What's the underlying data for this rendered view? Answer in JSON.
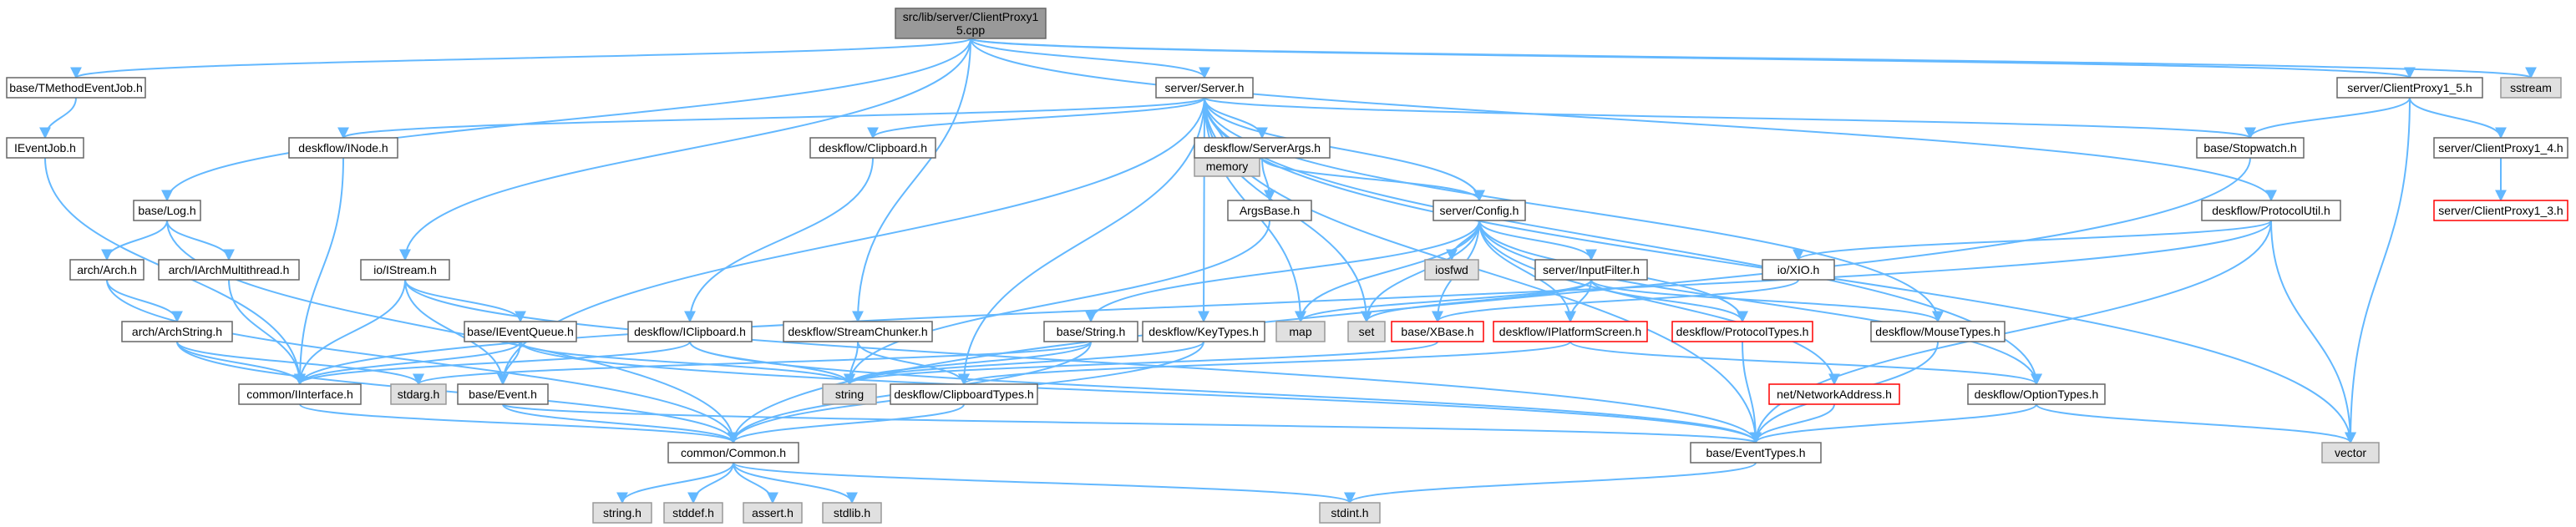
{
  "graph": {
    "nodes": [
      {
        "id": "root",
        "lines": [
          "src/lib/server/ClientProxy1",
          "5.cpp"
        ],
        "kind": "root"
      },
      {
        "id": "tmethod",
        "lines": [
          "base/TMethodEventJob.h"
        ],
        "kind": "normal"
      },
      {
        "id": "ieventjob",
        "lines": [
          "IEventJob.h"
        ],
        "kind": "normal"
      },
      {
        "id": "log",
        "lines": [
          "base/Log.h"
        ],
        "kind": "normal"
      },
      {
        "id": "arch",
        "lines": [
          "arch/Arch.h"
        ],
        "kind": "normal"
      },
      {
        "id": "iarchmt",
        "lines": [
          "arch/IArchMultithread.h"
        ],
        "kind": "normal"
      },
      {
        "id": "archstring",
        "lines": [
          "arch/ArchString.h"
        ],
        "kind": "normal"
      },
      {
        "id": "iinterface",
        "lines": [
          "common/IInterface.h"
        ],
        "kind": "normal"
      },
      {
        "id": "stdarg",
        "lines": [
          "stdarg.h"
        ],
        "kind": "ext"
      },
      {
        "id": "common",
        "lines": [
          "common/Common.h"
        ],
        "kind": "normal"
      },
      {
        "id": "stringh",
        "lines": [
          "string.h"
        ],
        "kind": "ext"
      },
      {
        "id": "stddef",
        "lines": [
          "stddef.h"
        ],
        "kind": "ext"
      },
      {
        "id": "assert",
        "lines": [
          "assert.h"
        ],
        "kind": "ext"
      },
      {
        "id": "stdlib",
        "lines": [
          "stdlib.h"
        ],
        "kind": "ext"
      },
      {
        "id": "stdint",
        "lines": [
          "stdint.h"
        ],
        "kind": "ext"
      },
      {
        "id": "inode",
        "lines": [
          "deskflow/INode.h"
        ],
        "kind": "normal"
      },
      {
        "id": "istream",
        "lines": [
          "io/IStream.h"
        ],
        "kind": "normal"
      },
      {
        "id": "ieventqueue",
        "lines": [
          "base/IEventQueue.h"
        ],
        "kind": "normal"
      },
      {
        "id": "event",
        "lines": [
          "base/Event.h"
        ],
        "kind": "normal"
      },
      {
        "id": "server",
        "lines": [
          "server/Server.h"
        ],
        "kind": "normal"
      },
      {
        "id": "clipboard",
        "lines": [
          "deskflow/Clipboard.h"
        ],
        "kind": "normal"
      },
      {
        "id": "iclipboard",
        "lines": [
          "deskflow/IClipboard.h"
        ],
        "kind": "normal"
      },
      {
        "id": "streamchunker",
        "lines": [
          "deskflow/StreamChunker.h"
        ],
        "kind": "normal"
      },
      {
        "id": "string",
        "lines": [
          "string"
        ],
        "kind": "ext"
      },
      {
        "id": "cliptypes",
        "lines": [
          "deskflow/ClipboardTypes.h"
        ],
        "kind": "normal"
      },
      {
        "id": "basestring",
        "lines": [
          "base/String.h"
        ],
        "kind": "normal"
      },
      {
        "id": "keytypes",
        "lines": [
          "deskflow/KeyTypes.h"
        ],
        "kind": "normal"
      },
      {
        "id": "memory",
        "lines": [
          "memory"
        ],
        "kind": "ext"
      },
      {
        "id": "serverargs",
        "lines": [
          "deskflow/ServerArgs.h"
        ],
        "kind": "normal"
      },
      {
        "id": "argsbase",
        "lines": [
          "ArgsBase.h"
        ],
        "kind": "normal"
      },
      {
        "id": "config",
        "lines": [
          "server/Config.h"
        ],
        "kind": "normal"
      },
      {
        "id": "iosfwd",
        "lines": [
          "iosfwd"
        ],
        "kind": "ext"
      },
      {
        "id": "inputfilter",
        "lines": [
          "server/InputFilter.h"
        ],
        "kind": "normal"
      },
      {
        "id": "map",
        "lines": [
          "map"
        ],
        "kind": "ext"
      },
      {
        "id": "set",
        "lines": [
          "set"
        ],
        "kind": "ext"
      },
      {
        "id": "xbase",
        "lines": [
          "base/XBase.h"
        ],
        "kind": "red"
      },
      {
        "id": "iplatform",
        "lines": [
          "deskflow/IPlatformScreen.h"
        ],
        "kind": "red"
      },
      {
        "id": "prototypes",
        "lines": [
          "deskflow/ProtocolTypes.h"
        ],
        "kind": "red"
      },
      {
        "id": "netaddr",
        "lines": [
          "net/NetworkAddress.h"
        ],
        "kind": "red"
      },
      {
        "id": "mousetypes",
        "lines": [
          "deskflow/MouseTypes.h"
        ],
        "kind": "normal"
      },
      {
        "id": "optiontypes",
        "lines": [
          "deskflow/OptionTypes.h"
        ],
        "kind": "normal"
      },
      {
        "id": "eventtypes",
        "lines": [
          "base/EventTypes.h"
        ],
        "kind": "normal"
      },
      {
        "id": "xio",
        "lines": [
          "io/XIO.h"
        ],
        "kind": "normal"
      },
      {
        "id": "protoutil",
        "lines": [
          "deskflow/ProtocolUtil.h"
        ],
        "kind": "normal"
      },
      {
        "id": "stopwatch",
        "lines": [
          "base/Stopwatch.h"
        ],
        "kind": "normal"
      },
      {
        "id": "cp15h",
        "lines": [
          "server/ClientProxy1_5.h"
        ],
        "kind": "normal"
      },
      {
        "id": "sstream",
        "lines": [
          "sstream"
        ],
        "kind": "ext"
      },
      {
        "id": "cp14",
        "lines": [
          "server/ClientProxy1_4.h"
        ],
        "kind": "normal"
      },
      {
        "id": "cp13",
        "lines": [
          "server/ClientProxy1_3.h"
        ],
        "kind": "red"
      },
      {
        "id": "vector",
        "lines": [
          "vector"
        ],
        "kind": "ext"
      }
    ],
    "edges": [
      [
        "root",
        "tmethod"
      ],
      [
        "root",
        "log"
      ],
      [
        "root",
        "istream"
      ],
      [
        "root",
        "streamchunker"
      ],
      [
        "root",
        "server"
      ],
      [
        "root",
        "protoutil"
      ],
      [
        "root",
        "cp15h"
      ],
      [
        "root",
        "sstream"
      ],
      [
        "tmethod",
        "ieventjob"
      ],
      [
        "ieventjob",
        "iinterface"
      ],
      [
        "log",
        "arch"
      ],
      [
        "log",
        "iarchmt"
      ],
      [
        "log",
        "common"
      ],
      [
        "arch",
        "archstring"
      ],
      [
        "arch",
        "common"
      ],
      [
        "archstring",
        "iinterface"
      ],
      [
        "archstring",
        "stdarg"
      ],
      [
        "archstring",
        "common"
      ],
      [
        "iarchmt",
        "iinterface"
      ],
      [
        "iinterface",
        "common"
      ],
      [
        "common",
        "stringh"
      ],
      [
        "common",
        "stddef"
      ],
      [
        "common",
        "assert"
      ],
      [
        "common",
        "stdlib"
      ],
      [
        "common",
        "stdint"
      ],
      [
        "inode",
        "iinterface"
      ],
      [
        "istream",
        "iinterface"
      ],
      [
        "istream",
        "ieventqueue"
      ],
      [
        "istream",
        "event"
      ],
      [
        "istream",
        "eventtypes"
      ],
      [
        "ieventqueue",
        "iinterface"
      ],
      [
        "ieventqueue",
        "event"
      ],
      [
        "ieventqueue",
        "string"
      ],
      [
        "ieventqueue",
        "eventtypes"
      ],
      [
        "event",
        "common"
      ],
      [
        "event",
        "eventtypes"
      ],
      [
        "server",
        "inode"
      ],
      [
        "server",
        "clipboard"
      ],
      [
        "server",
        "event"
      ],
      [
        "server",
        "cliptypes"
      ],
      [
        "server",
        "keytypes"
      ],
      [
        "server",
        "memory"
      ],
      [
        "server",
        "map"
      ],
      [
        "server",
        "set"
      ],
      [
        "server",
        "serverargs"
      ],
      [
        "server",
        "config"
      ],
      [
        "server",
        "mousetypes"
      ],
      [
        "server",
        "optiontypes"
      ],
      [
        "server",
        "eventtypes"
      ],
      [
        "server",
        "stopwatch"
      ],
      [
        "server",
        "vector"
      ],
      [
        "clipboard",
        "iclipboard"
      ],
      [
        "iclipboard",
        "iinterface"
      ],
      [
        "iclipboard",
        "string"
      ],
      [
        "iclipboard",
        "eventtypes"
      ],
      [
        "streamchunker",
        "string"
      ],
      [
        "streamchunker",
        "cliptypes"
      ],
      [
        "cliptypes",
        "common"
      ],
      [
        "basestring",
        "string"
      ],
      [
        "basestring",
        "common"
      ],
      [
        "basestring",
        "stdarg"
      ],
      [
        "keytypes",
        "string"
      ],
      [
        "keytypes",
        "common"
      ],
      [
        "serverargs",
        "memory"
      ],
      [
        "serverargs",
        "argsbase"
      ],
      [
        "serverargs",
        "config"
      ],
      [
        "argsbase",
        "string"
      ],
      [
        "config",
        "iosfwd"
      ],
      [
        "config",
        "basestring"
      ],
      [
        "config",
        "map"
      ],
      [
        "config",
        "set"
      ],
      [
        "config",
        "xbase"
      ],
      [
        "config",
        "inputfilter"
      ],
      [
        "config",
        "iplatform"
      ],
      [
        "config",
        "prototypes"
      ],
      [
        "config",
        "netaddr"
      ],
      [
        "config",
        "optiontypes"
      ],
      [
        "inputfilter",
        "map"
      ],
      [
        "inputfilter",
        "set"
      ],
      [
        "inputfilter",
        "iplatform"
      ],
      [
        "inputfilter",
        "prototypes"
      ],
      [
        "inputfilter",
        "mousetypes"
      ],
      [
        "xbase",
        "string"
      ],
      [
        "iplatform",
        "cliptypes"
      ],
      [
        "iplatform",
        "optiontypes"
      ],
      [
        "prototypes",
        "eventtypes"
      ],
      [
        "netaddr",
        "eventtypes"
      ],
      [
        "mousetypes",
        "eventtypes"
      ],
      [
        "optiontypes",
        "eventtypes"
      ],
      [
        "optiontypes",
        "vector"
      ],
      [
        "eventtypes",
        "stdint"
      ],
      [
        "xio",
        "xbase"
      ],
      [
        "protoutil",
        "xio"
      ],
      [
        "protoutil",
        "eventtypes"
      ],
      [
        "protoutil",
        "iinterface"
      ],
      [
        "protoutil",
        "vector"
      ],
      [
        "stopwatch",
        "common"
      ],
      [
        "cp15h",
        "stopwatch"
      ],
      [
        "cp15h",
        "cp14"
      ],
      [
        "cp15h",
        "vector"
      ],
      [
        "cp14",
        "cp13"
      ]
    ]
  }
}
